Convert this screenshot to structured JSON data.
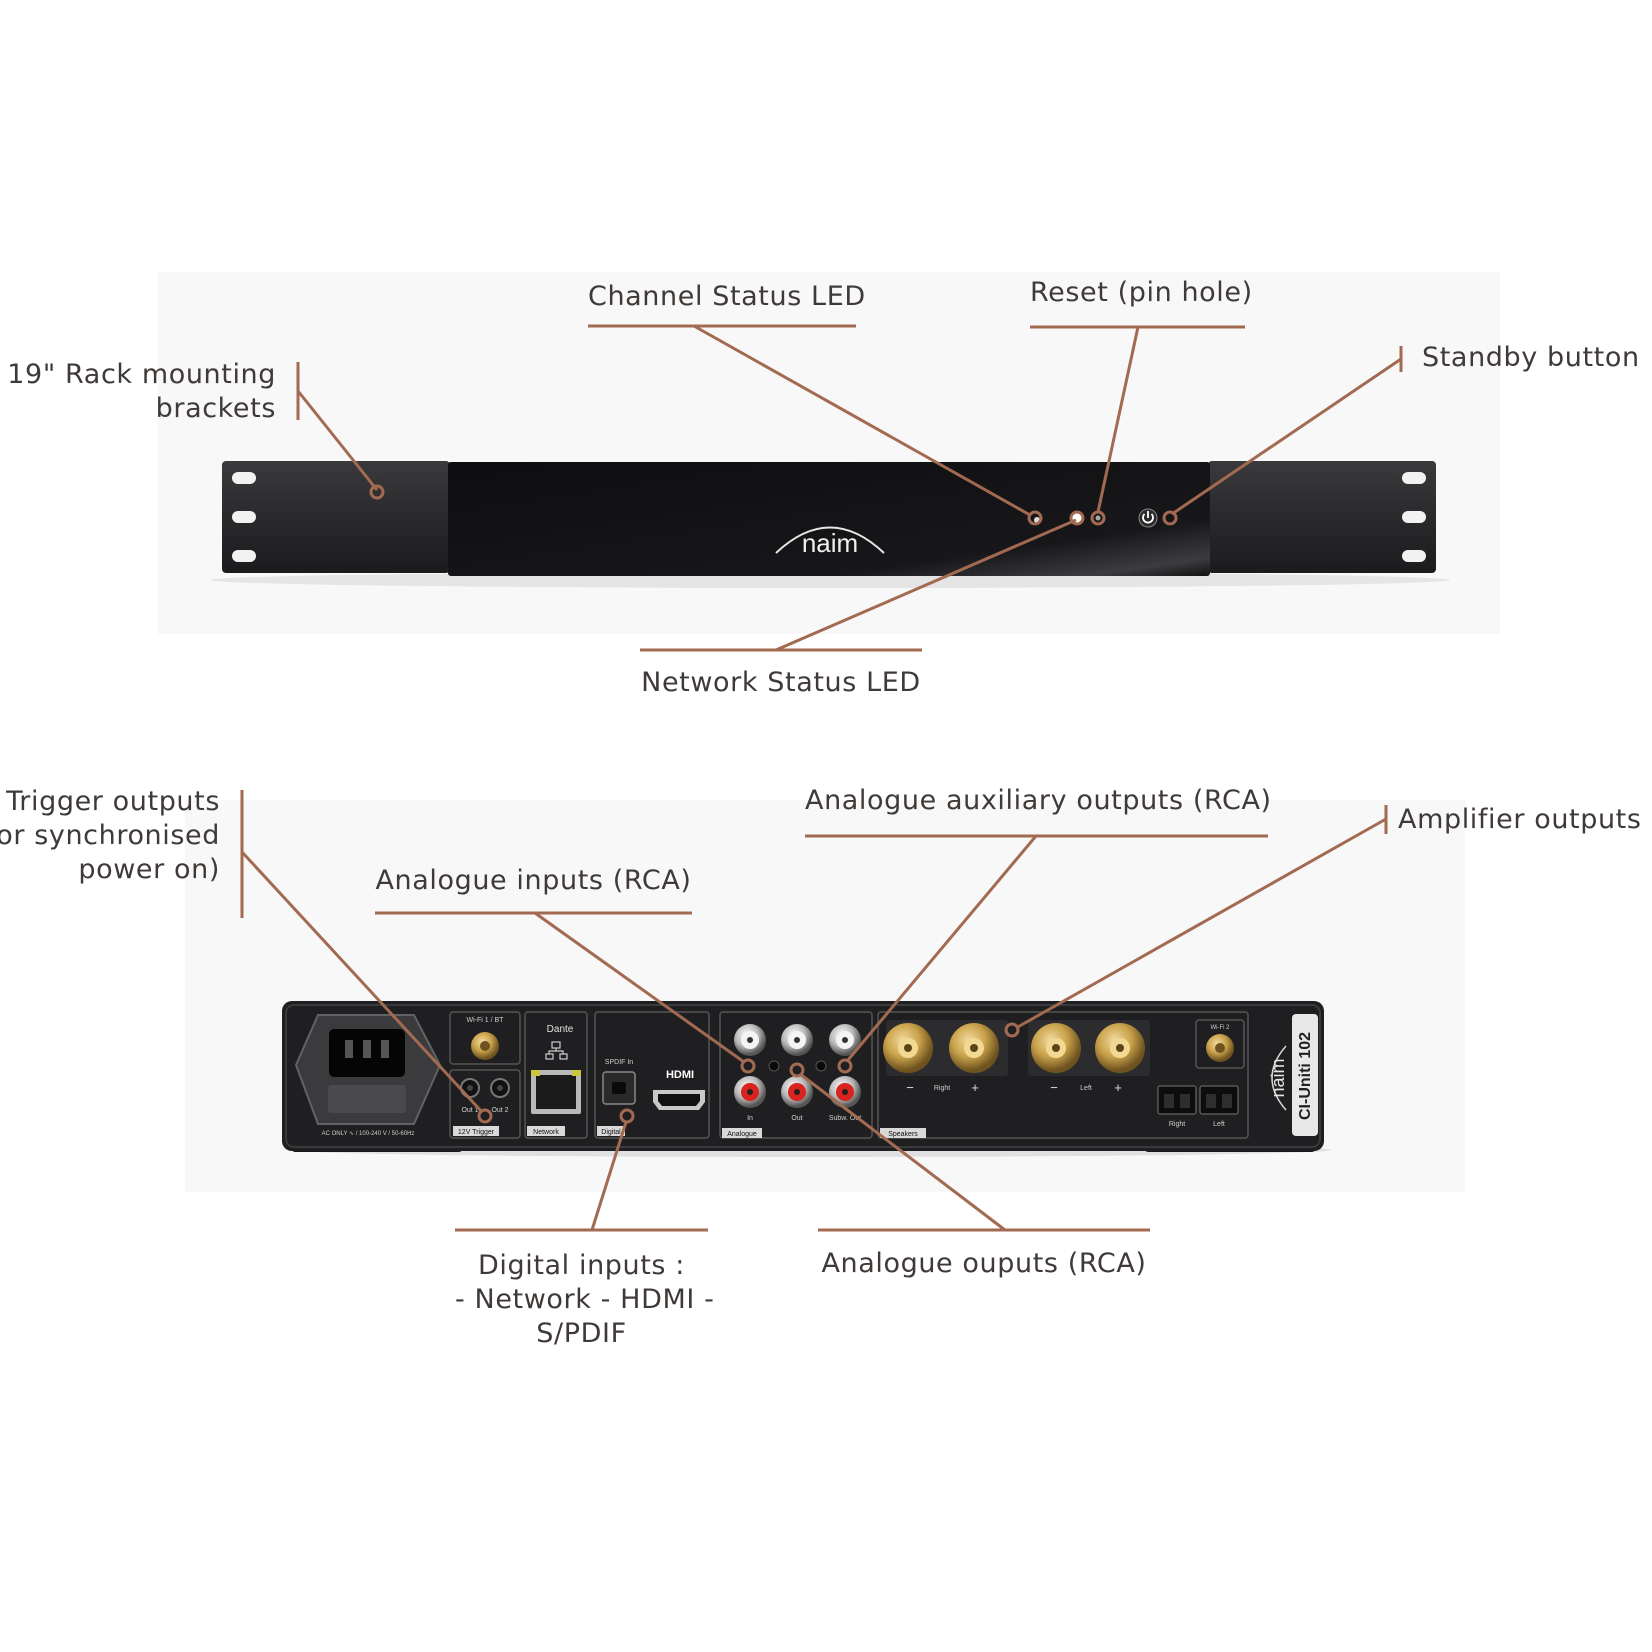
{
  "colors": {
    "background": "#ffffff",
    "panel_background": "#f7f7f7",
    "callout_line": "#a36a52",
    "label_text": "#3f3a38",
    "device_body": "#1c1c1e",
    "rca_red": "#d8231e",
    "gold_terminal": "#c9a24a"
  },
  "brand_logo": "naim",
  "front_view": {
    "labels": {
      "rack_brackets": [
        "19\" Rack mounting",
        "brackets"
      ],
      "channel_led": [
        "Channel Status LED"
      ],
      "reset": [
        "Reset (pin hole)"
      ],
      "standby": [
        "Standby button"
      ],
      "network_led": [
        "Network Status LED"
      ]
    },
    "icons": [
      "power-icon"
    ]
  },
  "rear_view": {
    "labels": {
      "trigger": [
        "Trigger outputs",
        "for synchronised",
        "power on)"
      ],
      "analogue_inputs": [
        "Analogue inputs (RCA)"
      ],
      "aux_outputs": [
        "Analogue auxiliary outputs (RCA)"
      ],
      "amp_outputs": [
        "Amplifier outputs"
      ],
      "digital_inputs": [
        "Digital inputs :",
        "- Network - HDMI -",
        "S/PDIF"
      ],
      "analogue_outputs": [
        "Analogue ouputs (RCA)"
      ]
    },
    "panel_text": {
      "wifi_bt": "Wi-Fi 1 / BT",
      "dante": "Dante",
      "spdif_in": "SPDIF In",
      "hdmi": "HDMI",
      "trig_out1": "Out 1",
      "trig_out2": "Out 2",
      "trig_section": "12V Trigger",
      "network_section": "Network",
      "digital_section": "Digital",
      "analogue_section": "Analogue",
      "speakers_section": "Speakers",
      "rca_in": "In",
      "rca_out": "Out",
      "rca_sub": "Subw. Out",
      "spk_right": "Right",
      "spk_left": "Left",
      "amp_right": "Right",
      "amp_left": "Left",
      "minus": "−",
      "plus": "+",
      "ac_note": "AC ONLY ∿ / 100-240 V / 50-60Hz",
      "wifi2": "Wi-Fi 2",
      "model": "CI-Uniti 102"
    }
  }
}
